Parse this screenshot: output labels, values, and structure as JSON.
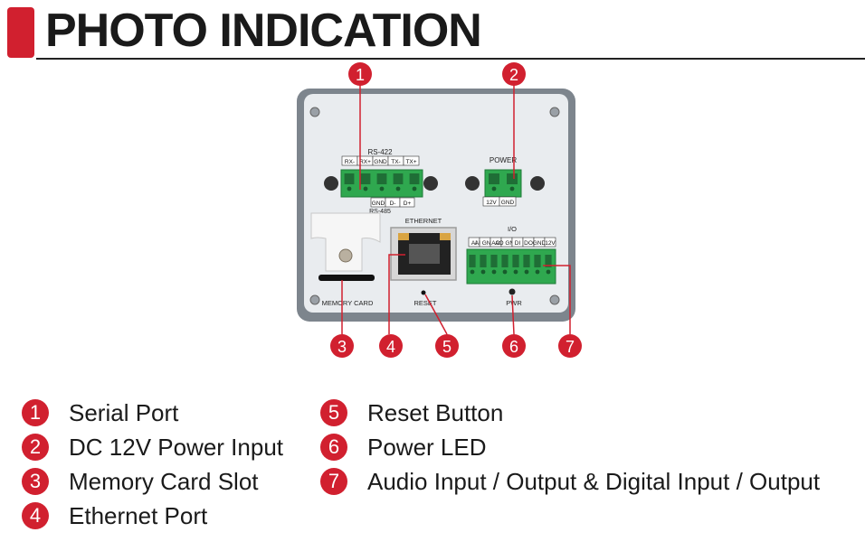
{
  "header": {
    "title": "PHOTO INDICATION"
  },
  "device": {
    "rs422_label": "RS-422",
    "rs422_pins": [
      "RX-",
      "RX+",
      "GND",
      "TX-",
      "TX+"
    ],
    "rs485_pins": [
      "GND",
      "D-",
      "D+"
    ],
    "rs485_label": "RS-485",
    "power_label": "POWER",
    "power_pins": [
      "12V",
      "GND"
    ],
    "ethernet_label": "ETHERNET",
    "io_label": "I/O",
    "io_pins": [
      "AI",
      "AI GND",
      "AO",
      "AO GND",
      "DI",
      "DO",
      "GND",
      "12V"
    ],
    "memory_label": "MEMORY CARD",
    "reset_label": "RESET",
    "pwr_label": "PWR"
  },
  "callouts": [
    "1",
    "2",
    "3",
    "4",
    "5",
    "6",
    "7"
  ],
  "legend": [
    {
      "num": "1",
      "text": "Serial Port"
    },
    {
      "num": "2",
      "text": "DC 12V Power Input"
    },
    {
      "num": "3",
      "text": "Memory Card Slot"
    },
    {
      "num": "4",
      "text": "Ethernet Port"
    },
    {
      "num": "5",
      "text": "Reset Button"
    },
    {
      "num": "6",
      "text": "Power LED"
    },
    {
      "num": "7",
      "text": "Audio Input / Output & Digital Input / Output"
    }
  ],
  "colors": {
    "accent": "#d1202f",
    "terminal": "#2fa84f",
    "panel": "#e9ecef",
    "frame": "#8a9096"
  }
}
